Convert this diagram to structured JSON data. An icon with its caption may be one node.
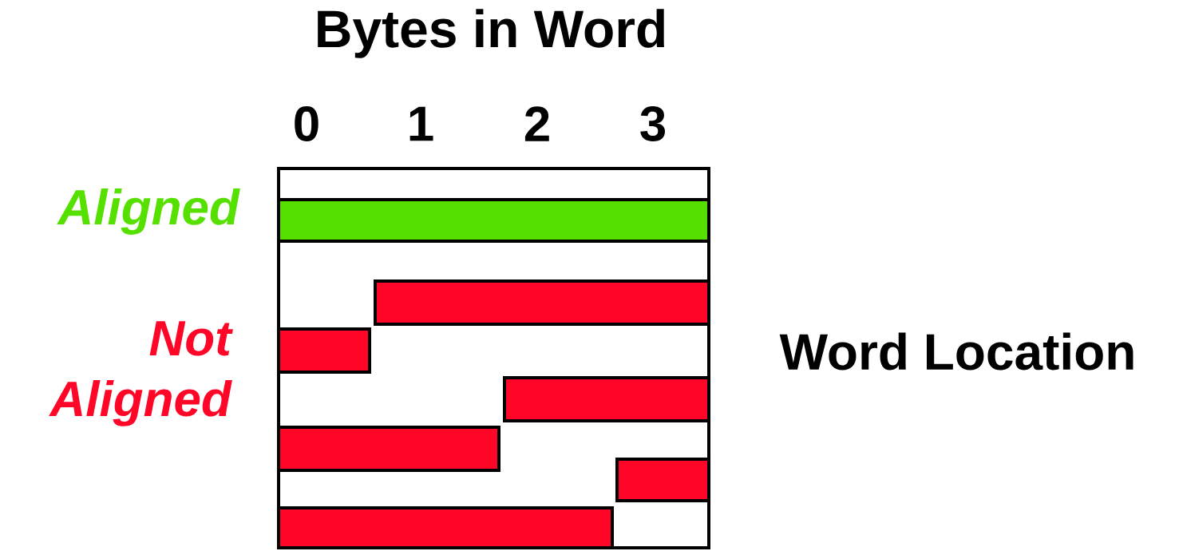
{
  "diagram": {
    "title": "Bytes in Word",
    "nodes": [
      {
        "text": [],
        "shape": "box"
      },
      {
        "text": [],
        "shape": "bar",
        "in": 0
      },
      {
        "text": [],
        "shape": "bar",
        "in": 0
      },
      {
        "text": [],
        "shape": "bar",
        "in": 0
      },
      {
        "text": [],
        "shape": "bar",
        "in": 0
      },
      {
        "text": [],
        "shape": "bar",
        "in": 0
      },
      {
        "text": [],
        "shape": "bar",
        "in": 0
      },
      {
        "text": [],
        "shape": "bar",
        "in": 0
      }
    ],
    "edges": [],
    "labels": [
      "0",
      "1",
      "2",
      "3",
      "Aligned",
      "Not Aligned",
      "Word Location"
    ]
  }
}
